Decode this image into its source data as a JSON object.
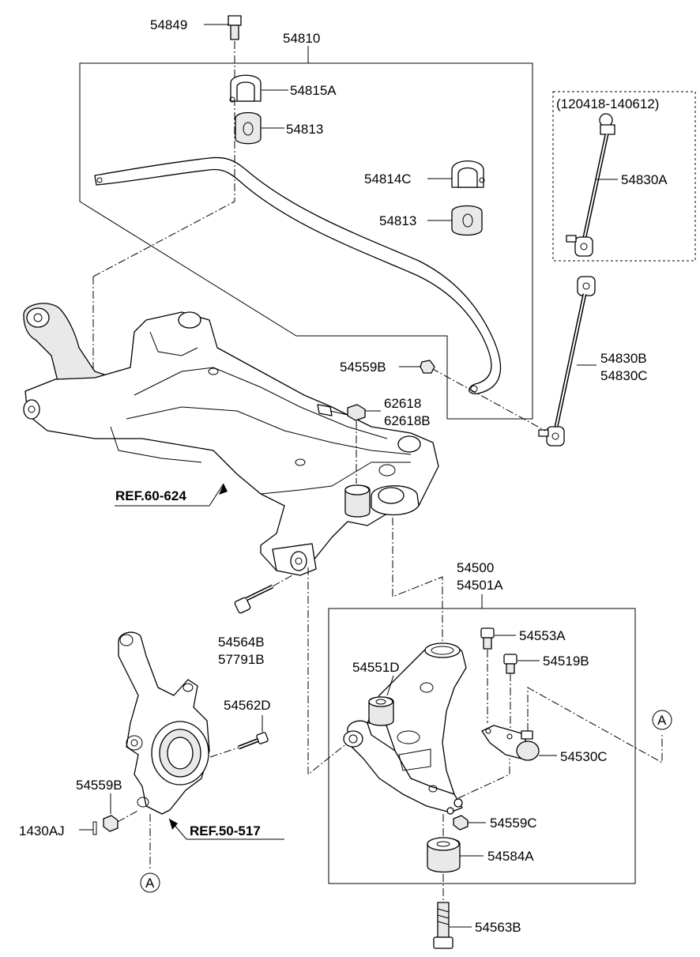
{
  "labels": {
    "p54849": "54849",
    "p54810": "54810",
    "p54815A": "54815A",
    "p54813a": "54813",
    "p54814C": "54814C",
    "p54813b": "54813",
    "range": "(120418-140612)",
    "p54830A": "54830A",
    "p54830B": "54830B",
    "p54830C": "54830C",
    "p54559B_top": "54559B",
    "p62618": "62618",
    "p62618B": "62618B",
    "ref60": "REF.60-624",
    "p54500": "54500",
    "p54501A": "54501A",
    "p54564B": "54564B",
    "p57791B": "57791B",
    "p54553A": "54553A",
    "p54519B": "54519B",
    "p54551D": "54551D",
    "p54562D": "54562D",
    "p54530C": "54530C",
    "p54559B_bot": "54559B",
    "p1430AJ": "1430AJ",
    "ref50": "REF.50-517",
    "p54559C": "54559C",
    "p54584A": "54584A",
    "p54563B": "54563B",
    "markerA1": "A",
    "markerA2": "A"
  }
}
